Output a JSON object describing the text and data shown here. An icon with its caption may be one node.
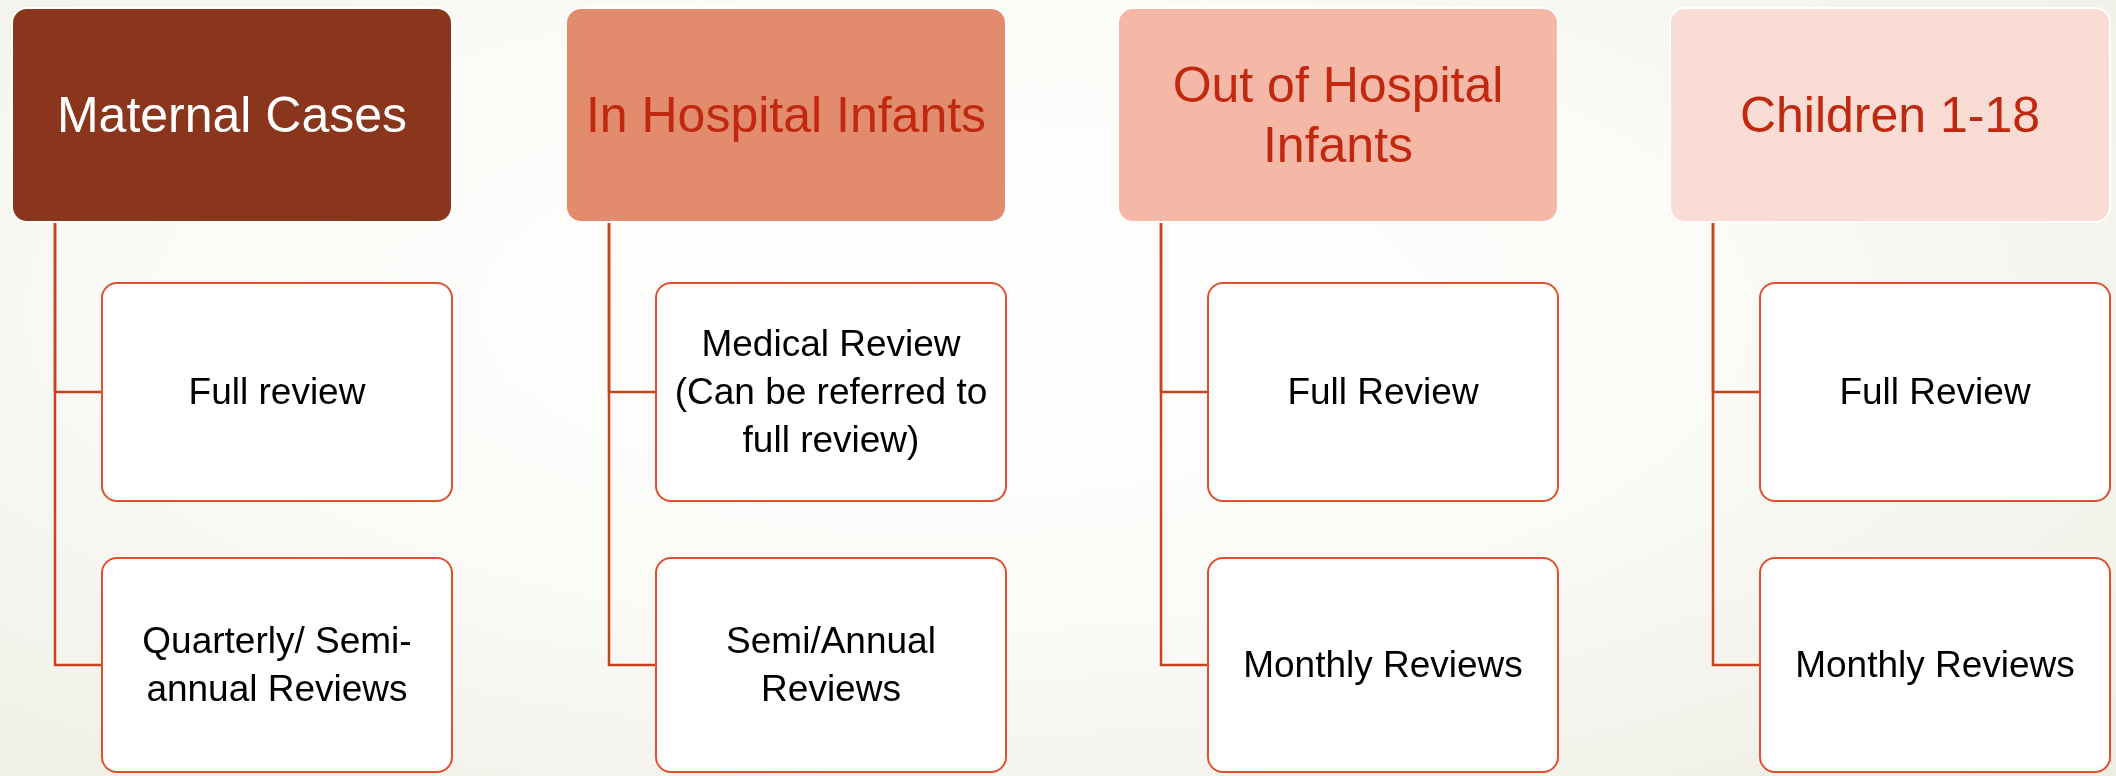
{
  "diagram": {
    "nodes": [
      {
        "text": [
          "Maternal Cases"
        ]
      },
      {
        "text": [
          "Full review"
        ]
      },
      {
        "text": [
          "Quarterly/ Semi-annual Reviews"
        ]
      },
      {
        "text": [
          "In Hospital Infants"
        ]
      },
      {
        "text": [
          "Medical Review (Can be referred to full review)"
        ]
      },
      {
        "text": [
          "Semi/Annual Reviews"
        ]
      },
      {
        "text": [
          "Out of Hospital Infants"
        ]
      },
      {
        "text": [
          "Full Review"
        ]
      },
      {
        "text": [
          "Monthly Reviews"
        ]
      },
      {
        "text": [
          "Children 1-18"
        ]
      },
      {
        "text": [
          "Full Review"
        ]
      },
      {
        "text": [
          "Monthly Reviews"
        ]
      }
    ],
    "edges": [
      {
        "from": 0,
        "to": 1,
        "arrow": "none"
      },
      {
        "from": 0,
        "to": 2,
        "arrow": "none"
      },
      {
        "from": 3,
        "to": 4,
        "arrow": "none"
      },
      {
        "from": 3,
        "to": 5,
        "arrow": "none"
      },
      {
        "from": 6,
        "to": 7,
        "arrow": "none"
      },
      {
        "from": 6,
        "to": 8,
        "arrow": "none"
      },
      {
        "from": 9,
        "to": 10,
        "arrow": "none"
      },
      {
        "from": 9,
        "to": 11,
        "arrow": "none"
      }
    ]
  }
}
